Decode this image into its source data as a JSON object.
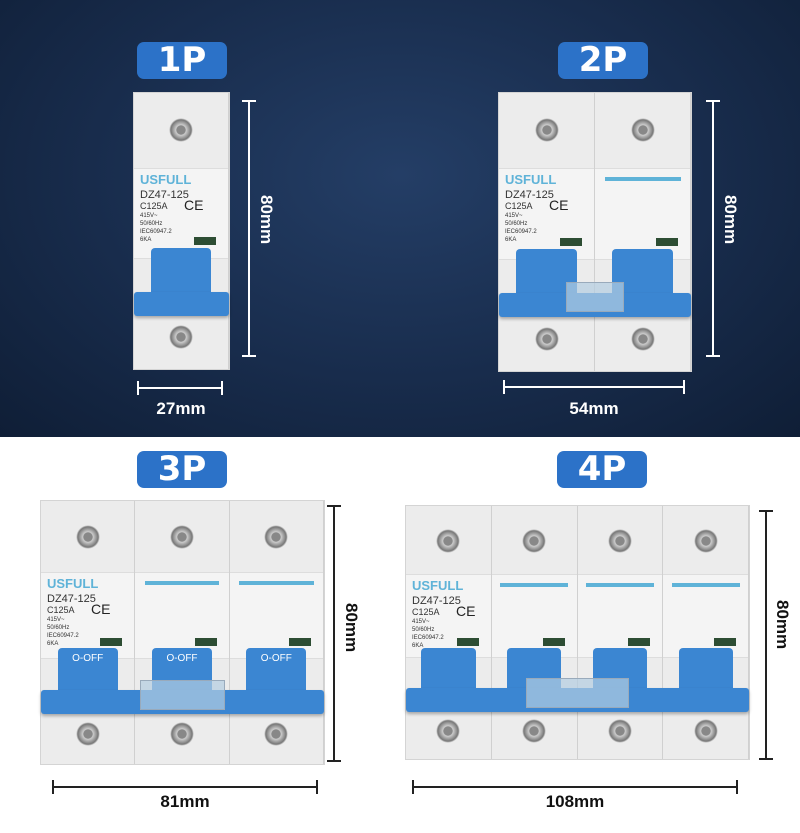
{
  "products": [
    {
      "badge": "1P",
      "poles": 1,
      "height_label": "80mm",
      "width_label": "27mm",
      "off_label": ""
    },
    {
      "badge": "2P",
      "poles": 2,
      "height_label": "80mm",
      "width_label": "54mm",
      "off_label": ""
    },
    {
      "badge": "3P",
      "poles": 3,
      "height_label": "80mm",
      "width_label": "81mm",
      "off_label": "O-OFF"
    },
    {
      "badge": "4P",
      "poles": 4,
      "height_label": "80mm",
      "width_label": "108mm",
      "off_label": ""
    }
  ],
  "label": {
    "brand": "USFULL",
    "model": "DZ47-125",
    "rating": "C125A",
    "specs": "415V~\n50/60Hz\nIEC60947.2\n6KA",
    "ce": "CE"
  },
  "colors": {
    "badge": "#2c72c8",
    "toggle": "#3b86d2",
    "background_top": "#182c4c"
  }
}
